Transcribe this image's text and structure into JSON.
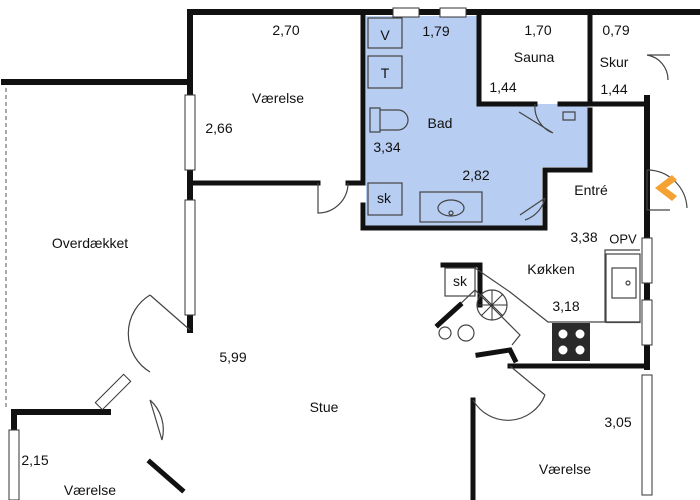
{
  "colors": {
    "wall": "#111111",
    "bath_fill": "#b8cdf2",
    "arrow": "#f4a233"
  },
  "labels": {
    "vaerelse_top": "Værelse",
    "vaerelse_top_w": "2,70",
    "vaerelse_top_h": "2,66",
    "bad_w": "1,79",
    "bad": "Bad",
    "bad_h": "3,34",
    "bad_w2": "2,82",
    "v": "V",
    "t": "T",
    "sk_bad": "sk",
    "sauna_w": "1,70",
    "sauna": "Sauna",
    "sauna_h": "1,44",
    "skur_w": "0,79",
    "skur": "Skur",
    "skur_h": "1,44",
    "entre": "Entré",
    "kitchen_w": "3,38",
    "opv": "OPV",
    "kokken": "Køkken",
    "sk_kitchen": "sk",
    "kitchen_h": "3,18",
    "overdaekket": "Overdækket",
    "stue_w": "5,99",
    "stue": "Stue",
    "vaerelse_right_h": "3,05",
    "vaerelse_right": "Værelse",
    "vaerelse_left_w": "2,15",
    "vaerelse_left": "Værelse"
  }
}
